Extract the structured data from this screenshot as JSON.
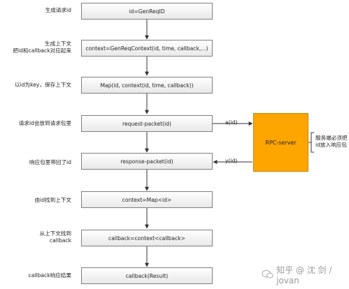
{
  "steps": [
    {
      "label": "生成请求id",
      "box": "id=GenReqID"
    },
    {
      "label": "生成上下文\n把id和callback对应起来",
      "box": "context=GenReqContext(id, time, callback,...)"
    },
    {
      "label": "以id为key，保存上下文",
      "box": "Map(id, context(id, time, callback))"
    },
    {
      "label": "请求id会放到请求包里",
      "box": "request-packet(id)"
    },
    {
      "label": "响应包里带回了id",
      "box": "response-packet(id)"
    },
    {
      "label": "由id找到上下文",
      "box": "context=Map<id>"
    },
    {
      "label": "从上下文找到\ncallback",
      "box": "callback=context<callback>"
    },
    {
      "label": "callback响应结果",
      "box": "callback(Result)"
    }
  ],
  "server": {
    "label": "RPC-server",
    "note": "服务端必须把\nid放入响应包"
  },
  "edges": {
    "request": "a(id)",
    "response": "y(id)"
  },
  "watermark": "知乎 @ 沈 剑 / jovan",
  "colors": {
    "server": "#ffa500",
    "arrow": "#333333"
  }
}
